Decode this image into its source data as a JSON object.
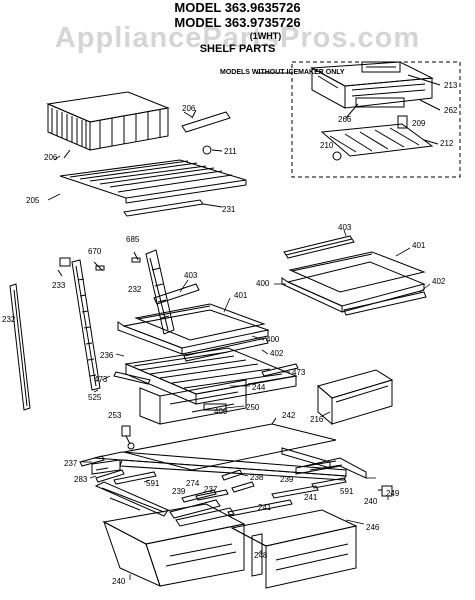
{
  "header": {
    "model_line_1": "MODEL 363.9635726",
    "model_line_2": "MODEL 363.9735726",
    "model_suffix": "(1WHT)",
    "section": "SHELF PARTS"
  },
  "watermark": "AppliancePartsPros.com",
  "inset_note": "MODELS WITHOUT ICEMAKER ONLY",
  "parts": {
    "p206a": "206",
    "p206b": "206",
    "p211": "211",
    "p205": "205",
    "p231": "231",
    "p213": "213",
    "p262": "262",
    "p266": "266",
    "p209": "209",
    "p210": "210",
    "p212": "212",
    "p403a": "403",
    "p401a": "401",
    "p400a": "400",
    "p402a": "402",
    "p685": "685",
    "p670": "670",
    "p233": "233",
    "p232": "232",
    "p232b": "232",
    "p403b": "403",
    "p401b": "401",
    "p400b": "400",
    "p402b": "402",
    "p236": "236",
    "p473a": "473",
    "p244": "244",
    "p473b": "473",
    "p525": "525",
    "p253": "253",
    "p409": "409",
    "p250": "250",
    "p216": "216",
    "p242": "242",
    "p237": "237",
    "p283": "283",
    "p591a": "591",
    "p238": "238",
    "p239a": "239",
    "p239b": "239",
    "p274": "274",
    "p237b": "237",
    "p591b": "591",
    "p241a": "241",
    "p241b": "241",
    "p240a": "240",
    "p249": "249",
    "p246": "246",
    "p248": "248",
    "p240b": "240"
  }
}
